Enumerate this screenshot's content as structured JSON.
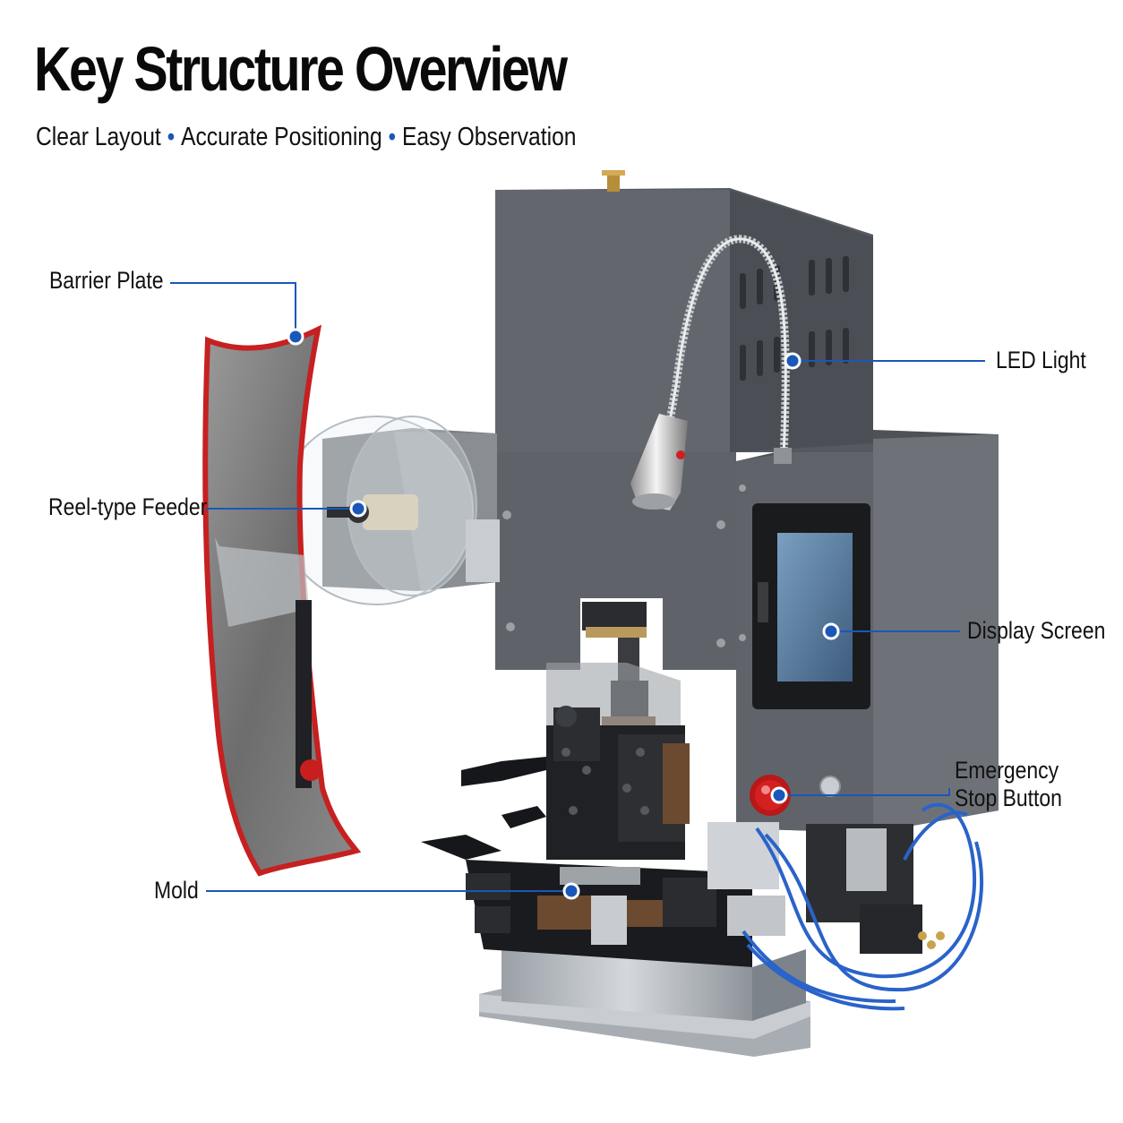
{
  "header": {
    "title": "Key Structure Overview",
    "subtitle_items": [
      "Clear Layout",
      "Accurate Positioning",
      "Easy Observation"
    ]
  },
  "callouts": {
    "barrier_plate": "Barrier Plate",
    "reel_feeder": "Reel-type Feeder",
    "mold": "Mold",
    "led_light": "LED Light",
    "display_screen": "Display Screen",
    "emergency_stop_line1": "Emergency",
    "emergency_stop_line2": "Stop Button"
  },
  "colors": {
    "accent_blue": "#1a57b8",
    "machine_gray": "#5d6166",
    "barrier_red": "#c62020",
    "estop_red": "#d42020",
    "tube_blue": "#2a63c9"
  }
}
